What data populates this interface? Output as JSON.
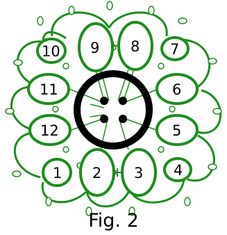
{
  "figure": {
    "caption": "Fig. 2",
    "colors": {
      "thread": "#1e8c1e",
      "button": "#000000",
      "background": "#ffffff"
    },
    "rings": [
      {
        "label": "1"
      },
      {
        "label": "2"
      },
      {
        "label": "3"
      },
      {
        "label": "4"
      },
      {
        "label": "5"
      },
      {
        "label": "6"
      },
      {
        "label": "7"
      },
      {
        "label": "8"
      },
      {
        "label": "9"
      },
      {
        "label": "10"
      },
      {
        "label": "11"
      },
      {
        "label": "12"
      }
    ]
  }
}
